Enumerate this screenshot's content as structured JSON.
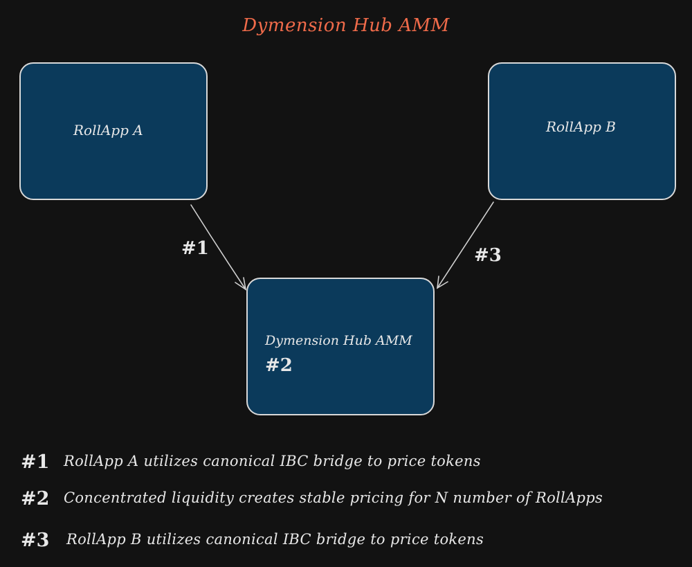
{
  "title": "Dymension Hub AMM",
  "colors": {
    "background": "#121212",
    "title": "#f06b4a",
    "node_fill": "#0b3a5b",
    "node_border": "#d9d9d9",
    "text": "#e8e8e8",
    "arrow": "#d0d0d0"
  },
  "nodes": {
    "rollapp_a": {
      "label": "RollApp A"
    },
    "rollapp_b": {
      "label": "RollApp B"
    },
    "hub": {
      "label": "Dymension Hub AMM",
      "step": "#2"
    }
  },
  "edges": {
    "a_to_hub": {
      "label": "#1"
    },
    "b_to_hub": {
      "label": "#3"
    }
  },
  "legend": [
    {
      "marker": "#1",
      "text": "RollApp A utilizes canonical IBC bridge to price tokens"
    },
    {
      "marker": "#2",
      "text": "Concentrated liquidity creates stable pricing for N number of RollApps"
    },
    {
      "marker": "#3",
      "text": "RollApp B utilizes canonical IBC bridge to price tokens"
    }
  ]
}
